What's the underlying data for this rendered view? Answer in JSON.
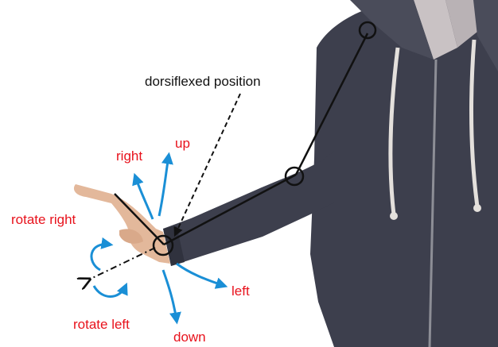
{
  "annotation": {
    "callout": "dorsiflexed position"
  },
  "motions": {
    "right": "right",
    "up": "up",
    "rotate_right": "rotate right",
    "left": "left",
    "rotate_left": "rotate left",
    "down": "down"
  },
  "colors": {
    "arrow": "#1a8fd6",
    "label": "#e8121c",
    "skeleton": "#111111",
    "jacket": "#3d3f4d"
  }
}
